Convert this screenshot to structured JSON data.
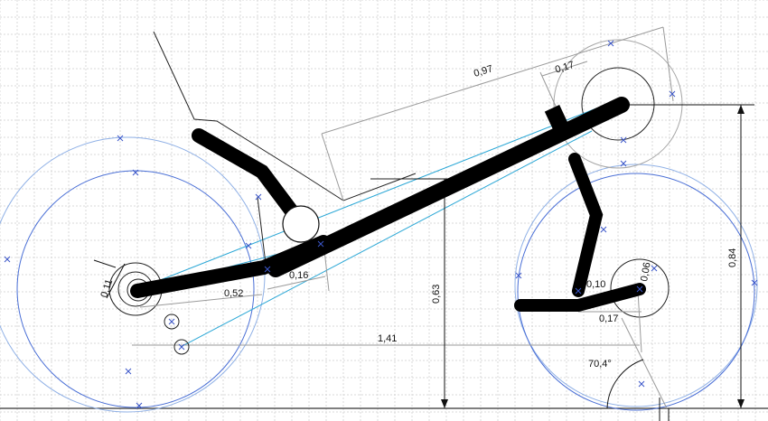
{
  "colors": {
    "grid": "#d9d9d9",
    "frame": "#000000",
    "wheel_outer": "#8fb0e6",
    "wheel_inner": "#4a6fd6",
    "construction": "#2aa7d6",
    "dimension": "#9a9a9a",
    "marker": "#3b56c9"
  },
  "dimensions": {
    "top_length": "0,97",
    "head_offset": "0,17",
    "seat_height": "0,63",
    "total_height": "0,84",
    "rear_radius": "0,11",
    "rear_segment": "0,52",
    "mid_segment": "0,16",
    "wheelbase": "1,41",
    "front_small": "0,10",
    "front_small_b": "0,06",
    "front_offset": "0,17",
    "angle": "70,4°"
  }
}
